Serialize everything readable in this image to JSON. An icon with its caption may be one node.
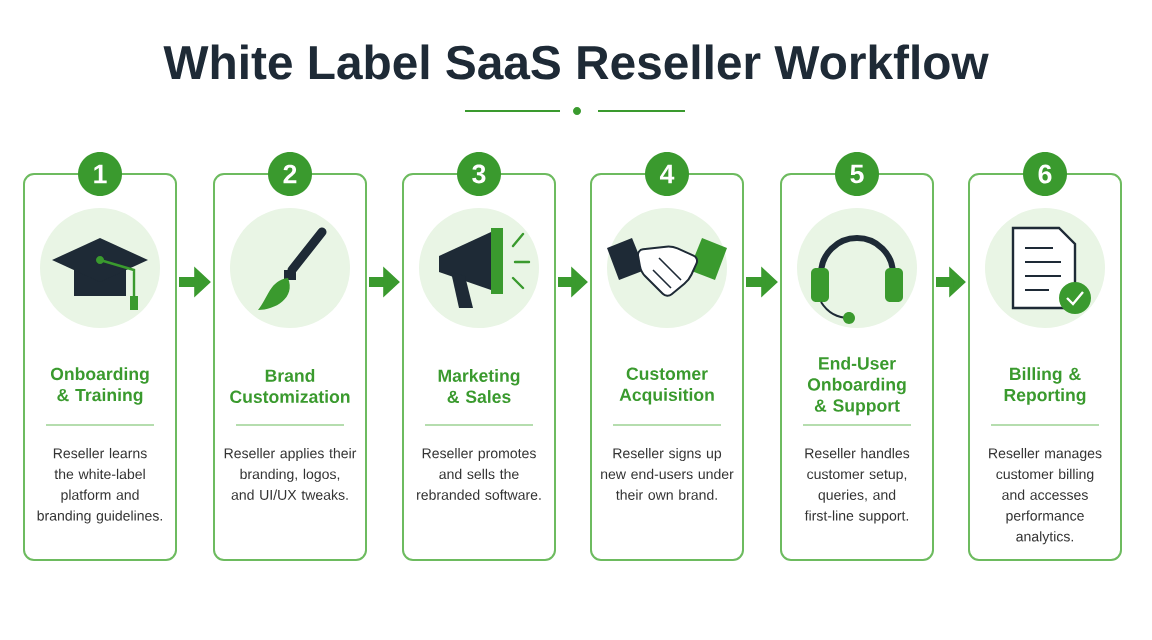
{
  "diagram": {
    "title": "White Label SaaS Reseller Workflow",
    "nodes": [
      {
        "text": [
          "1",
          "Onboarding & Training",
          "Reseller learns the white-label platform and branding guidelines."
        ]
      },
      {
        "text": [
          "2",
          "Brand Customization",
          "Reseller applies their branding, logos, and UI/UX tweaks."
        ]
      },
      {
        "text": [
          "3",
          "Marketing & Sales",
          "Reseller promotes and sells the rebranded software."
        ]
      },
      {
        "text": [
          "4",
          "Customer Acquisition",
          "Reseller signs up new end-users under their own brand."
        ]
      },
      {
        "text": [
          "5",
          "End-User Onboarding & Support",
          "Reseller handles customer setup, queries, and first-line support."
        ]
      },
      {
        "text": [
          "6",
          "Billing & Reporting",
          "Reseller manages customer billing and accesses performance analytics."
        ]
      }
    ],
    "edges": [
      {
        "from": 0,
        "to": 1,
        "arrow": "to"
      },
      {
        "from": 1,
        "to": 2,
        "arrow": "to"
      },
      {
        "from": 2,
        "to": 3,
        "arrow": "to"
      },
      {
        "from": 3,
        "to": 4,
        "arrow": "to"
      },
      {
        "from": 4,
        "to": 5,
        "arrow": "to"
      }
    ]
  }
}
